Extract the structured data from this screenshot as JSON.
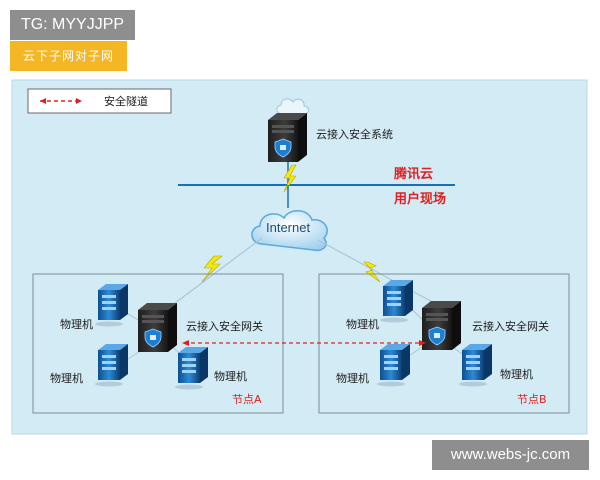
{
  "badge": {
    "text": "TG: MYYJJPP"
  },
  "tag": {
    "text": "云下子网对子网"
  },
  "watermark": {
    "text": "www.webs-jc.com"
  },
  "legend": {
    "label": "安全隧道"
  },
  "cloud_system": {
    "label": "云接入安全系统"
  },
  "tencent_cloud": {
    "label": "腾讯云"
  },
  "user_site": {
    "label": "用户现场"
  },
  "internet": {
    "label": "Internet"
  },
  "node_a": {
    "name": "节点A",
    "gateway_label": "云接入安全网关",
    "machine_labels": [
      "物理机",
      "物理机",
      "物理机"
    ]
  },
  "node_b": {
    "name": "节点B",
    "gateway_label": "云接入安全网关",
    "machine_labels": [
      "物理机",
      "物理机",
      "物理机"
    ]
  },
  "colors": {
    "background": "#d3ebf4",
    "tunnel": "#e02020",
    "line": "#1a70b8",
    "lightning": "#f2e80d"
  }
}
